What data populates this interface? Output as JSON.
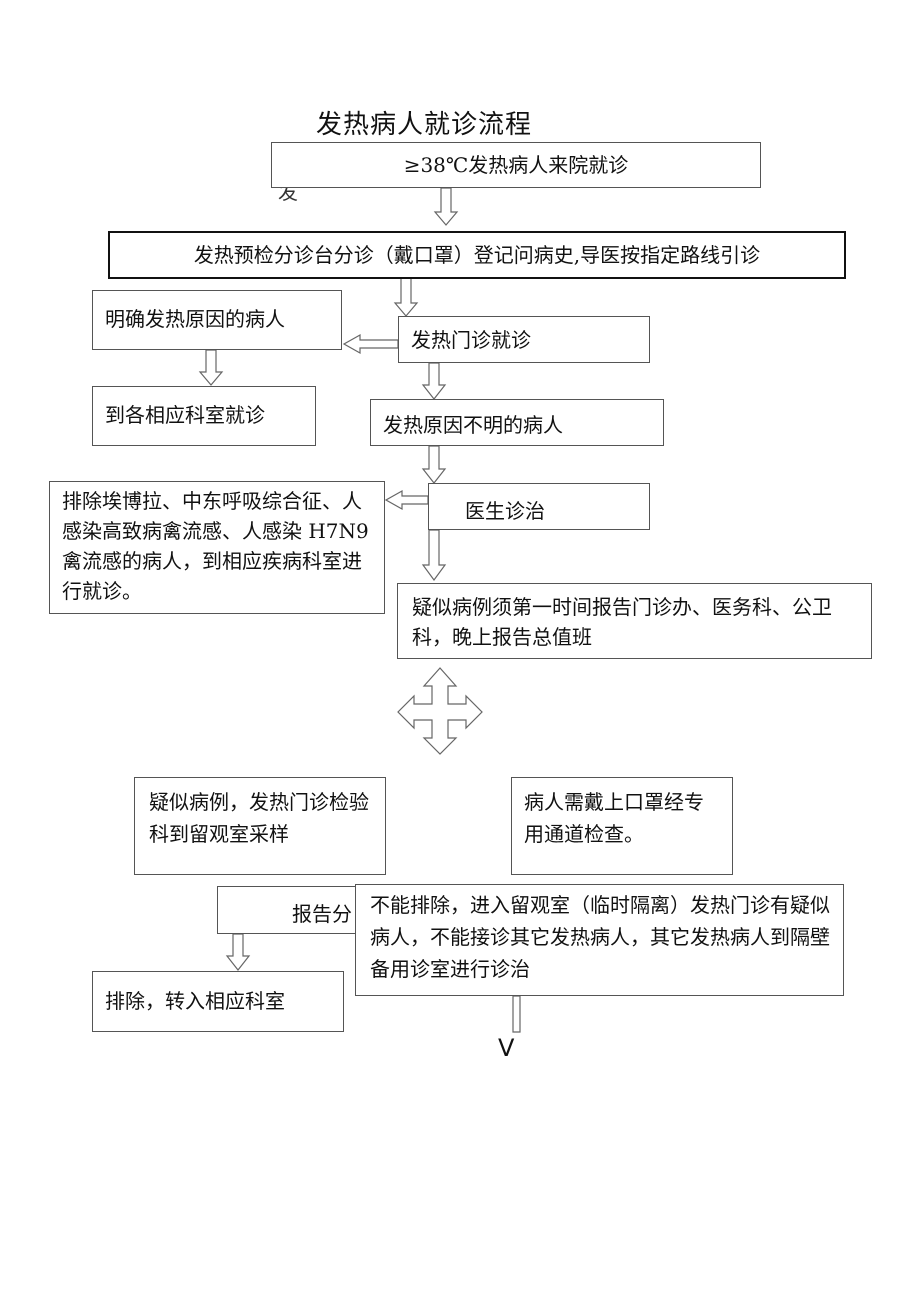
{
  "title": "发热病人就诊流程",
  "stray_char": "发",
  "nodes": {
    "arrive": "≥38℃发热病人来院就诊",
    "pre_triage": "发热预检分诊台分诊（戴口罩）登记问病史,导医按指定路线引诊",
    "clear_cause": "明确发热原因的病人",
    "fever_clinic": "发热门诊就诊",
    "to_dept": "到各相应科室就诊",
    "unknown_cause": "发热原因不明的病人",
    "doctor": "医生诊治",
    "exclude": "排除埃博拉、中东呼吸综合征、人感染高致病禽流感、人感染 H7N9 禽流感的病人，到相应疾病科室进行就诊。",
    "report": "疑似病例须第一时间报告门诊办、医务科、公卫科，晚上报告总值班",
    "sampling": "疑似病例，发热门诊检验科到留观室采样",
    "mask": "病人需戴上口罩经专用通道检查。",
    "report_result": "报告分",
    "observe": "不能排除，进入留观室（临时隔离）发热门诊有疑似病人，不能接诊其它发热病人，其它发热病人到隔壁备用诊室进行诊治",
    "excluded_transfer": "排除，转入相应科室"
  },
  "bottom_mark": "V"
}
